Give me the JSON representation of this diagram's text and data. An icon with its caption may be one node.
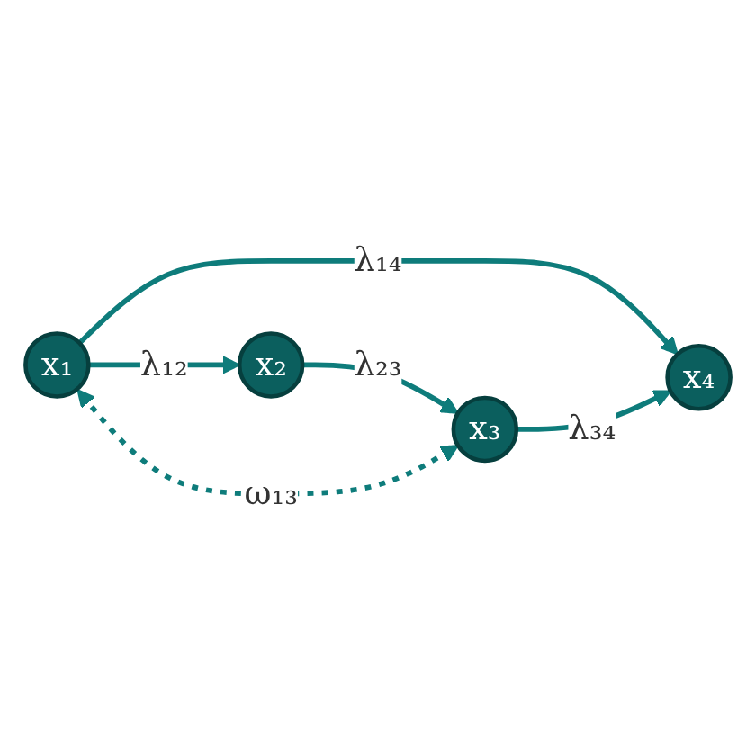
{
  "diagram": {
    "nodes": [
      {
        "text": [
          "x₁"
        ]
      },
      {
        "text": [
          "x₂"
        ]
      },
      {
        "text": [
          "x₃"
        ]
      },
      {
        "text": [
          "x₄"
        ]
      }
    ],
    "edges": [
      {
        "from": 0,
        "to": 1,
        "arrow": "to",
        "label": "λ₁₂"
      },
      {
        "from": 0,
        "to": 3,
        "arrow": "to",
        "label": "λ₁₄"
      },
      {
        "from": 1,
        "to": 2,
        "arrow": "to",
        "label": "λ₂₃"
      },
      {
        "from": 2,
        "to": 3,
        "arrow": "to",
        "label": "λ₃₄"
      },
      {
        "from": 0,
        "to": 2,
        "arrow": "both",
        "label": "ω₁₃",
        "style": "dashed"
      }
    ]
  }
}
